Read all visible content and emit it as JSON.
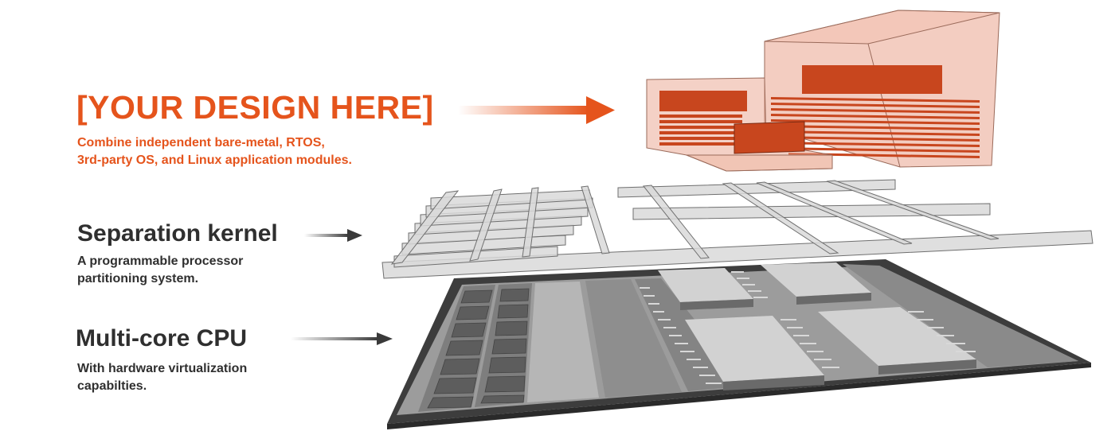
{
  "design": {
    "title": "[YOUR DESIGN HERE]",
    "subtitle_line1": "Combine independent bare-metal, RTOS,",
    "subtitle_line2": "3rd-party OS, and Linux application modules."
  },
  "kernel": {
    "title": "Separation kernel",
    "subtitle_line1": "A programmable processor",
    "subtitle_line2": "partitioning system."
  },
  "cpu": {
    "title": "Multi-core CPU",
    "subtitle_line1": "With hardware virtualization",
    "subtitle_line2": "capabilties."
  },
  "colors": {
    "accent": "#e5541c",
    "text_dark": "#2f2f2f",
    "module_fill": "#e9a48e",
    "module_solid": "#c8461e",
    "frame_gray": "#d4d4d4",
    "chip_dark": "#3a3a3a"
  }
}
